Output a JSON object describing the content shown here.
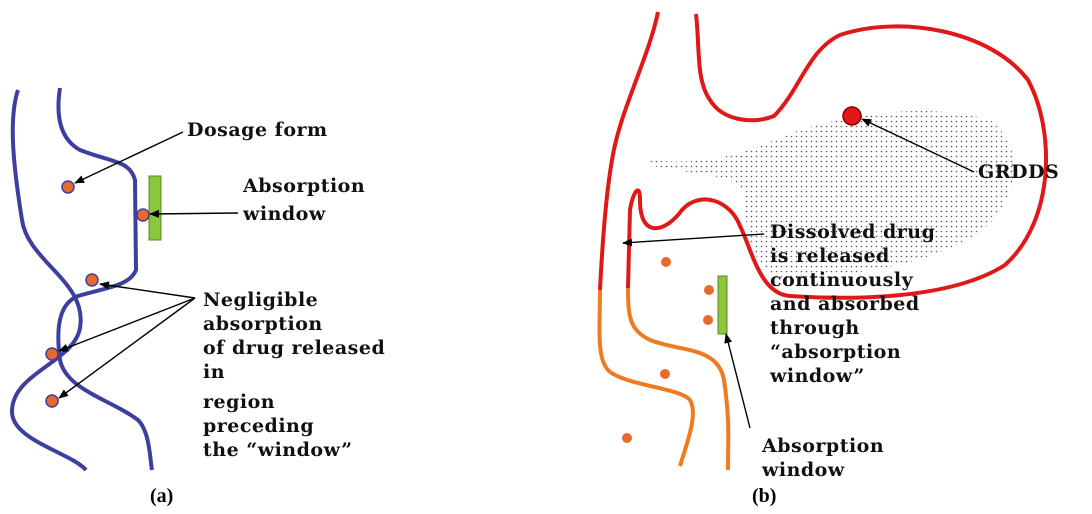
{
  "panel_a": {
    "caption": "(a)",
    "labels": {
      "dosage_form": "Dosage form",
      "absorption_window_1": "Absorption",
      "absorption_window_2": "window",
      "negligible_1": "Negligible",
      "negligible_2": "absorption",
      "negligible_3": "of drug released",
      "negligible_4": "in",
      "negligible_5": "region",
      "negligible_6": "preceding",
      "negligible_7": "the “window”"
    }
  },
  "panel_b": {
    "caption": "(b)",
    "labels": {
      "grdds": "GRDDS",
      "dissolved_1": "Dissolved drug",
      "dissolved_2": "is released",
      "dissolved_3": "continuously",
      "dissolved_4": "and absorbed",
      "dissolved_5": "through",
      "dissolved_6": "“absorption",
      "dissolved_7": "window”",
      "absorption_window_1": "Absorption",
      "absorption_window_2": "window"
    }
  },
  "colors": {
    "intestine_a": "#3d3f9e",
    "intestine_b": "#f07a20",
    "stomach": "#e01818",
    "window_bar": "#8cc63f",
    "dose": "#e8692b",
    "grdds": "#e01818"
  }
}
